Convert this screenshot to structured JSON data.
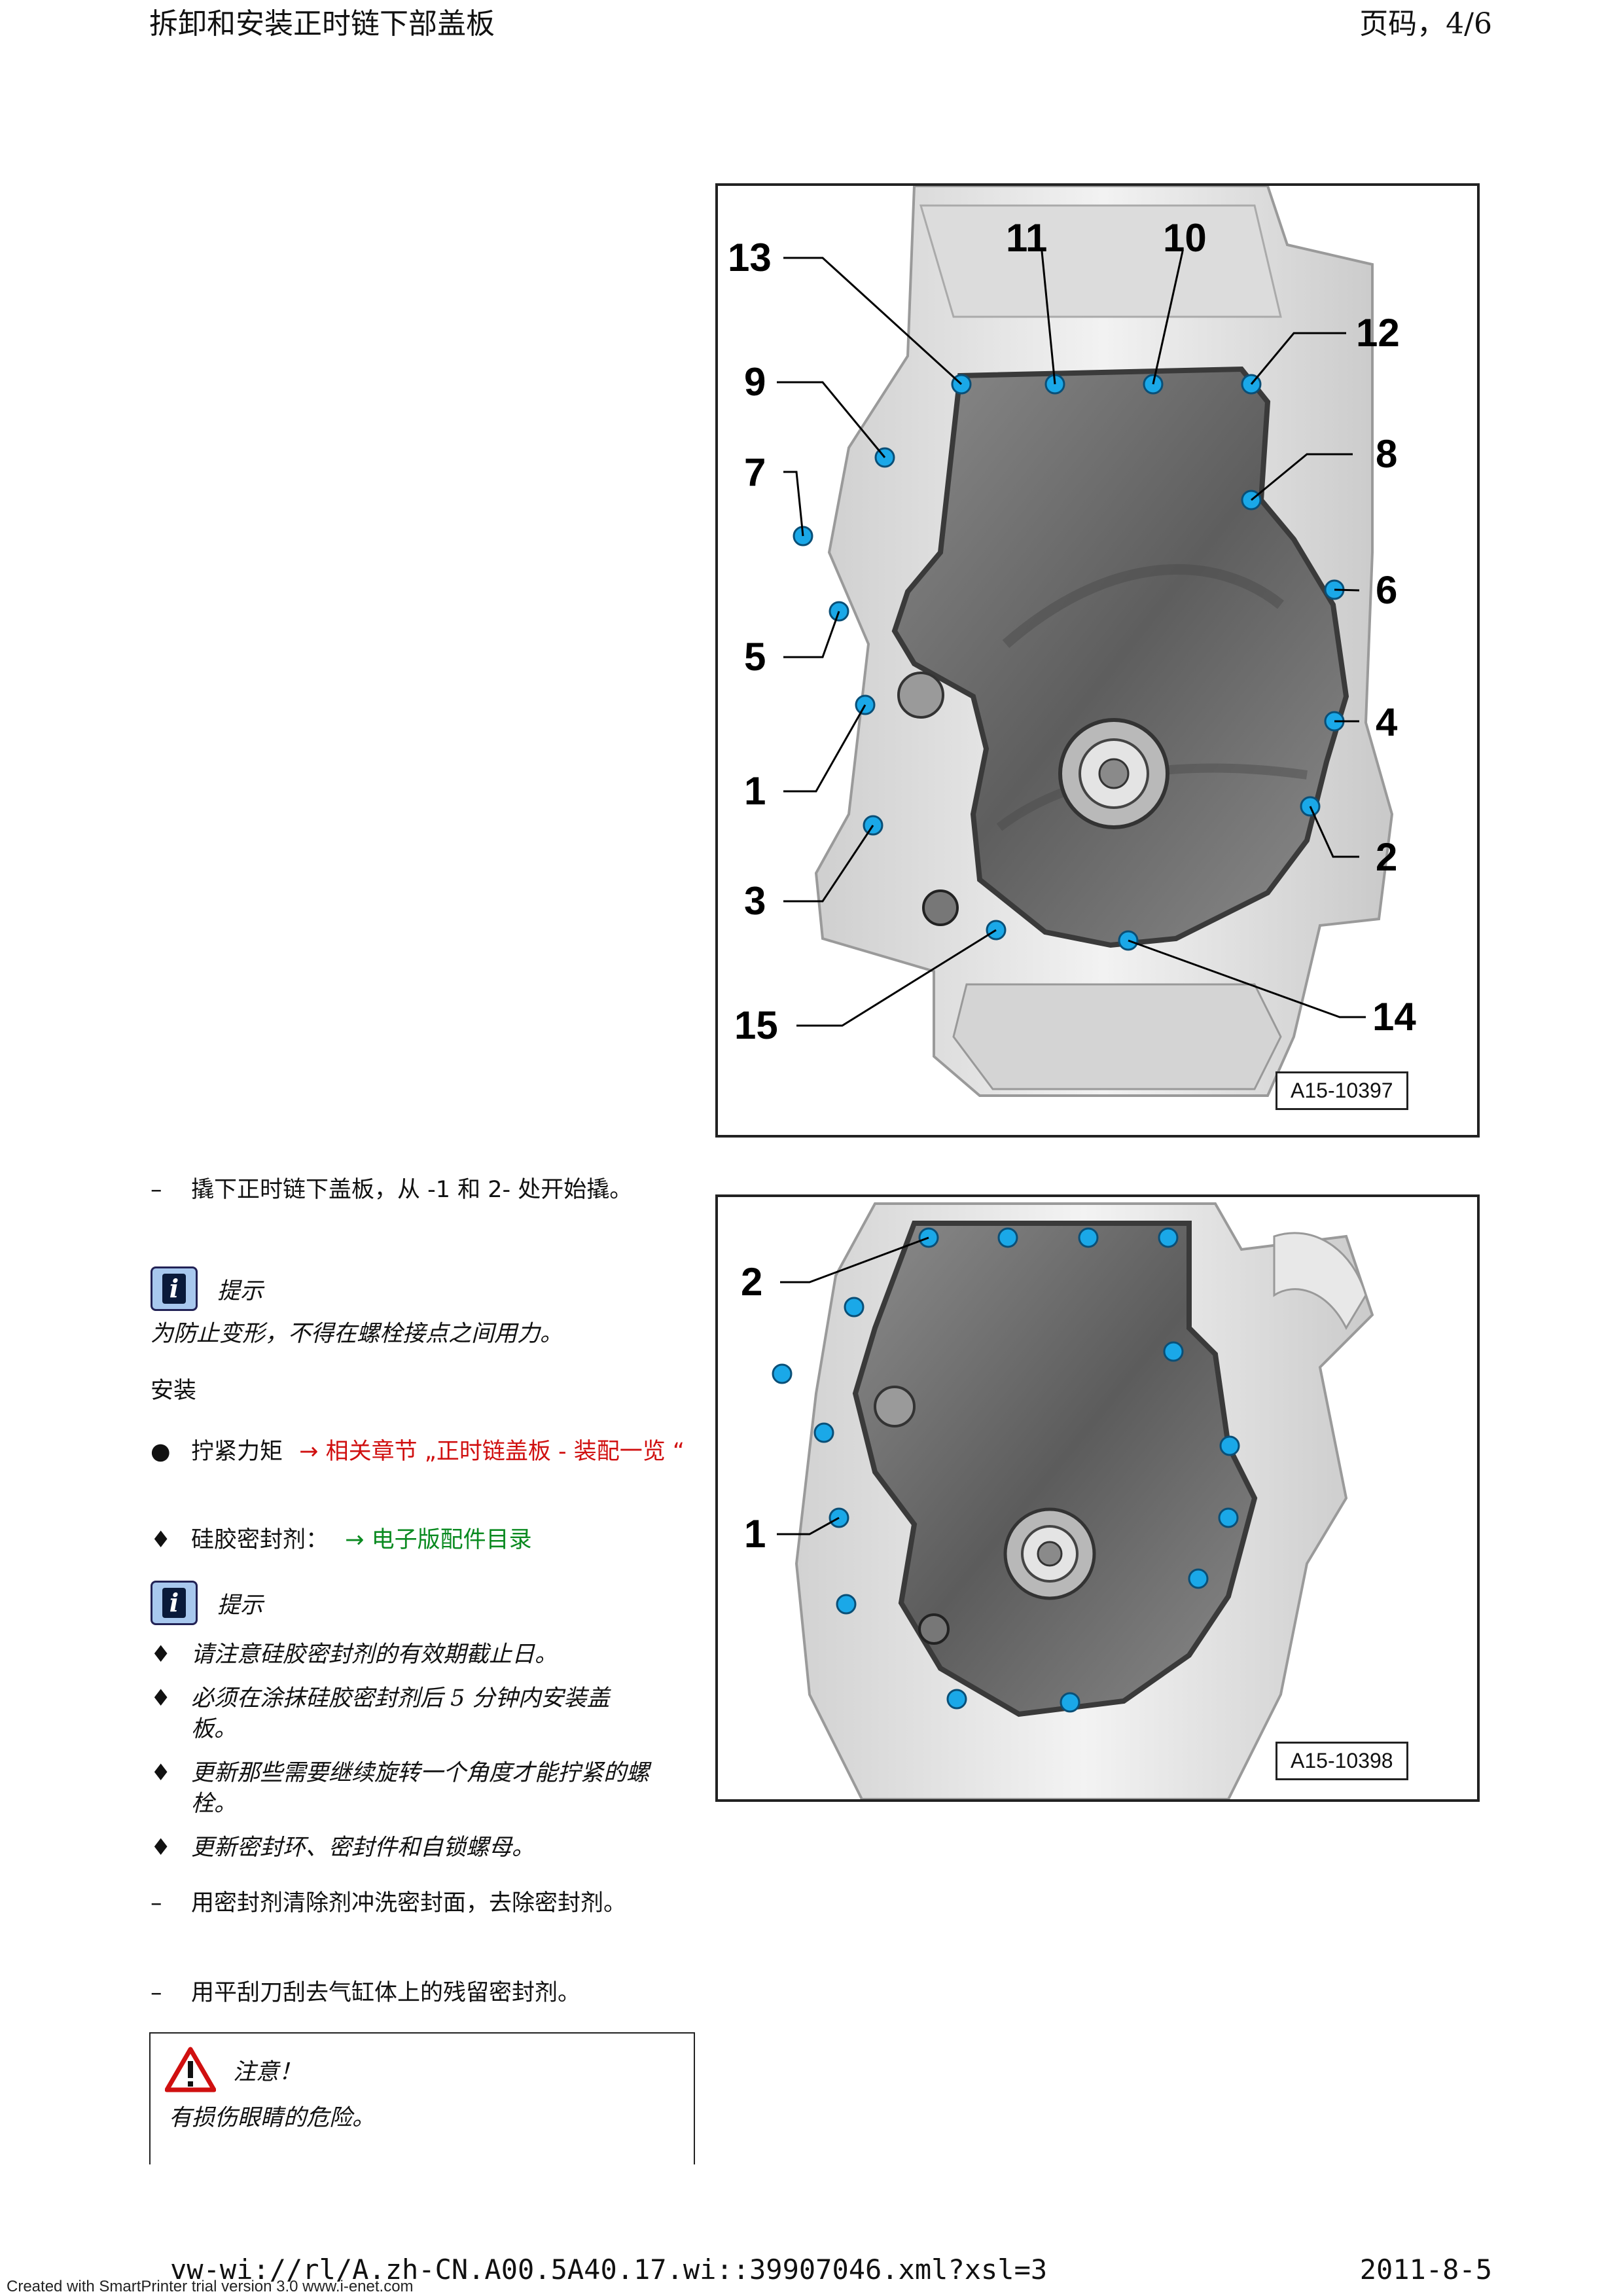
{
  "header": {
    "title": "拆卸和安装正时链下部盖板",
    "page": "页码，4/6"
  },
  "figure1": {
    "id": "A15-10397",
    "callouts": [
      "13",
      "11",
      "10",
      "12",
      "9",
      "8",
      "7",
      "6",
      "5",
      "4",
      "1",
      "2",
      "3",
      "15",
      "14"
    ]
  },
  "figure2": {
    "id": "A15-10398",
    "callouts": [
      "2",
      "1"
    ]
  },
  "steps": {
    "pry": "撬下正时链下盖板，从 -1 和 2- 处开始撬。",
    "clean_seal": "用密封剂清除剂冲洗密封面，去除密封剂。",
    "scrape": "用平刮刀刮去气缸体上的残留密封剂。"
  },
  "note1": {
    "title": "提示",
    "text": "为防止变形，不得在螺栓接点之间用力。"
  },
  "install": {
    "heading": "安装",
    "torque_label": "拧紧力矩",
    "torque_link": "→ 相关章节 „正时链盖板 - 装配一览 “",
    "sealant_label": "硅胶密封剂：",
    "sealant_link": "→ 电子版配件目录"
  },
  "note2": {
    "title": "提示",
    "items": [
      "请注意硅胶密封剂的有效期截止日。",
      "必须在涂抹硅胶密封剂后 5 分钟内安装盖板。",
      "更新那些需要继续旋转一个角度才能拧紧的螺栓。",
      "更新密封环、密封件和自锁螺母。"
    ]
  },
  "caution": {
    "title": "注意！",
    "text": "有损伤眼睛的危险。"
  },
  "footer": {
    "url": "vw-wi://rl/A.zh-CN.A00.5A40.17.wi::39907046.xml?xsl=3",
    "date": "2011-8-5",
    "watermark": "Created with SmartPrinter trial version 3.0  www.i-enet.com"
  },
  "symbols": {
    "dash": "–",
    "bullet": "●",
    "diamond": "♦",
    "info": "i"
  },
  "colors": {
    "bolt": "#1aa8e8",
    "link_red": "#d01010",
    "link_green": "#0a8a20"
  }
}
